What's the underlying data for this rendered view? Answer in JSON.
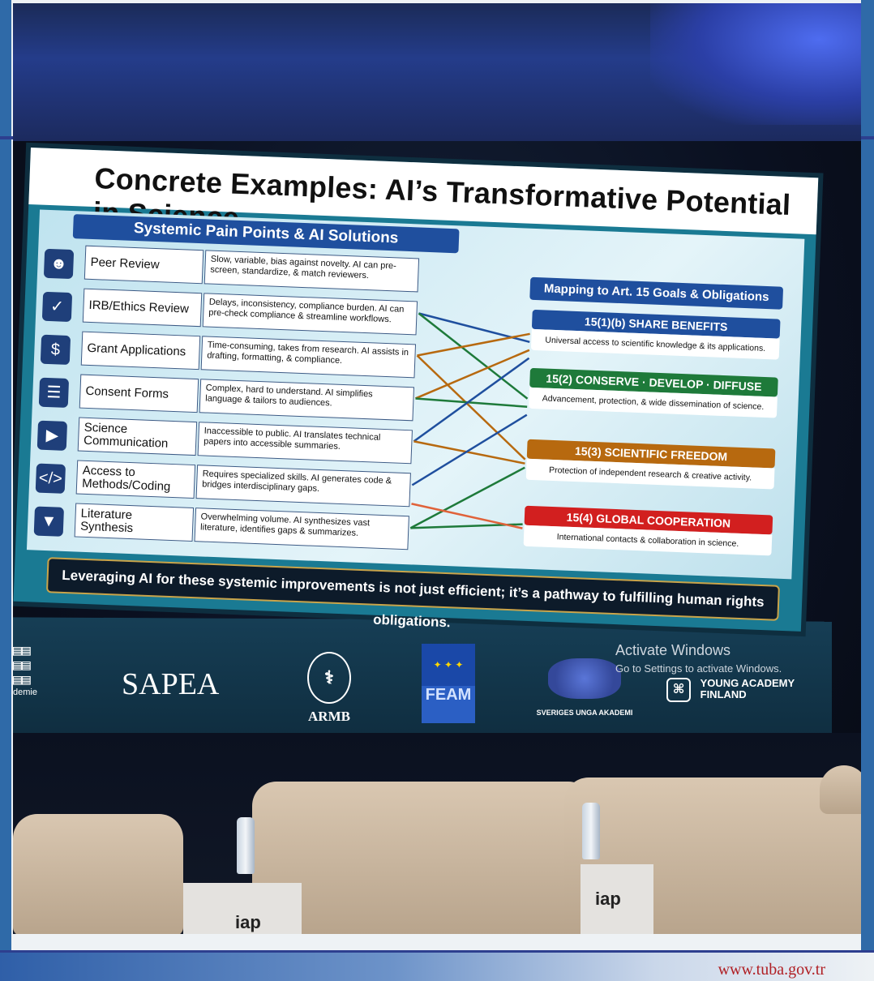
{
  "slide": {
    "title": "Concrete Examples: AI’s Transformative Potential in Science",
    "left_header": "Systemic Pain Points & AI Solutions",
    "right_header": "Mapping to Art. 15 Goals & Obligations",
    "pain_points": [
      {
        "icon": "peer-review-icon",
        "label": "Peer Review",
        "description": "Slow, variable, bias against novelty. AI can pre-screen, standardize, & match reviewers."
      },
      {
        "icon": "shield-check-icon",
        "label": "IRB/Ethics Review",
        "description": "Delays, inconsistency, compliance burden. AI can pre-check compliance & streamline workflows."
      },
      {
        "icon": "money-icon",
        "label": "Grant Applications",
        "description": "Time-consuming, takes from research. AI assists in drafting, formatting, & compliance."
      },
      {
        "icon": "document-icon",
        "label": "Consent Forms",
        "description": "Complex, hard to understand. AI simplifies language & tailors to audiences."
      },
      {
        "icon": "megaphone-icon",
        "label": "Science Communication",
        "description": "Inaccessible to public. AI translates technical papers into accessible summaries."
      },
      {
        "icon": "code-icon",
        "label": "Access to Methods/Coding",
        "description": "Requires specialized skills. AI generates code & bridges interdisciplinary gaps."
      },
      {
        "icon": "funnel-icon",
        "label": "Literature Synthesis",
        "description": "Overwhelming volume. AI synthesizes vast literature, identifies gaps & summarizes."
      }
    ],
    "goals": [
      {
        "title": "15(1)(b) SHARE BENEFITS",
        "description": "Universal access to scientific knowledge & its applications.",
        "color": "#1f4f9e"
      },
      {
        "title": "15(2) CONSERVE · DEVELOP · DIFFUSE",
        "description": "Advancement, protection, & wide dissemination of science.",
        "color": "#1e7a3a"
      },
      {
        "title": "15(3) SCIENTIFIC FREEDOM",
        "description": "Protection of independent research & creative activity.",
        "color": "#b7690f"
      },
      {
        "title": "15(4) GLOBAL COOPERATION",
        "description": "International contacts & collaboration in science.",
        "color": "#d21f1f"
      }
    ],
    "footer": "Leveraging AI for these systemic improvements is not just efficient; it’s a pathway to fulfilling human rights obligations."
  },
  "logos": {
    "academie": "demie",
    "saipea": "SAPEA",
    "armb": "ARMB",
    "feam": "FEAM",
    "sveriges": "SVERIGES UNGA AKADEMI",
    "yaf_line1": "YOUNG ACADEMY",
    "yaf_line2": "FINLAND"
  },
  "activate_windows": {
    "title": "Activate Windows",
    "subtitle": "Go to Settings to activate Windows."
  },
  "stage": {
    "table_logo_left": "iap",
    "table_logo_right": "iap"
  },
  "site": {
    "url": "www.tuba.gov.tr"
  }
}
